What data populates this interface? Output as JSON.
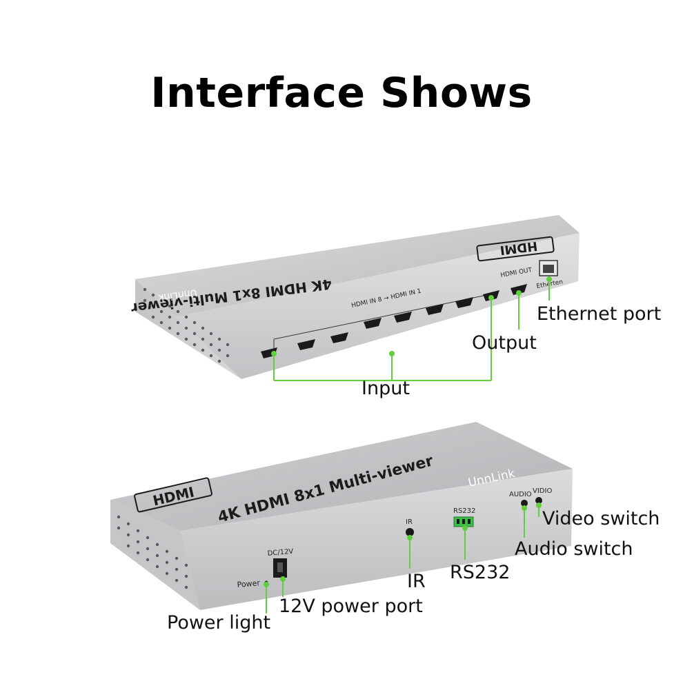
{
  "title": "Interface Shows",
  "front_panel": {
    "device_name": "4K HDMI 8x1 Multi-viewer",
    "brand": "UnnLink",
    "hdmi_logo": "HDMI",
    "input_range_label": "HDMI IN 8 → HDMI IN 1",
    "output_port_label": "HDMI OUT",
    "ethernet_port_label": "Etherten",
    "callouts": {
      "input": "Input",
      "output": "Output",
      "ethernet": "Ethernet port"
    }
  },
  "back_panel": {
    "device_name": "4K HDMI 8x1 Multi-viewer",
    "brand": "UnnLink",
    "hdmi_logo": "HDMI",
    "dc_label": "DC/12V",
    "power_label": "Power",
    "ir_label": "IR",
    "rs232_label": "RS232",
    "audio_label": "AUDIO",
    "video_label": "VIDIO",
    "callouts": {
      "power_light": "Power light",
      "power_port": "12V power port",
      "ir": "IR",
      "rs232": "RS232",
      "audio_switch": "Audio switch",
      "video_switch": "Video switch"
    }
  },
  "colors": {
    "device_face": "#c9c9cb",
    "device_front": "#d6d6d8",
    "callout_line": "#5fcf3c",
    "port_black": "#1a1a1a",
    "rs232_green": "#3dbb4b"
  }
}
